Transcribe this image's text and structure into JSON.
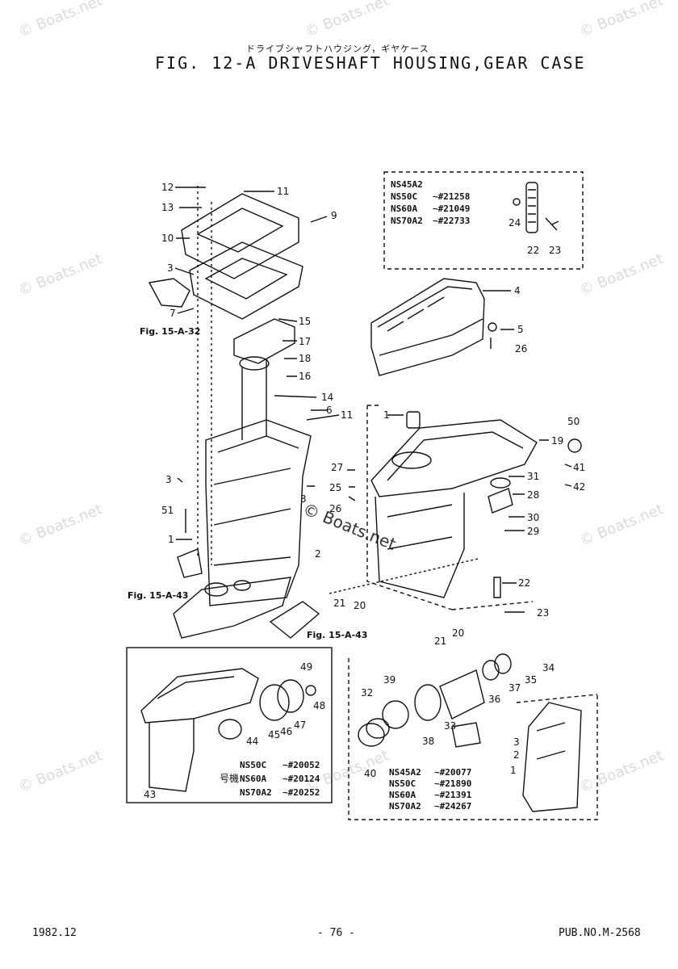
{
  "header": {
    "japanese_title": "ドライブシャフトハウジング，ギヤケース",
    "title": "FIG. 12-A DRIVESHAFT HOUSING,GEAR CASE"
  },
  "watermark": "© Boats.net",
  "footer": {
    "date": "1982.12",
    "page": "- 76 -",
    "pub": "PUB.NO.M-2568"
  },
  "inset_top": {
    "models": [
      {
        "model": "NS45A2",
        "serial": ""
      },
      {
        "model": "NS50C",
        "serial": "~#21258"
      },
      {
        "model": "NS60A",
        "serial": "~#21049"
      },
      {
        "model": "NS70A2",
        "serial": "~#22733"
      }
    ]
  },
  "inset_left": {
    "models": [
      {
        "model": "NS50C",
        "serial": "~#20052"
      },
      {
        "model": "NS60A",
        "serial": "~#20124"
      },
      {
        "model": "NS70A2",
        "serial": "~#20252"
      }
    ],
    "prefix": "号機"
  },
  "inset_right": {
    "models": [
      {
        "model": "NS45A2",
        "serial": "~#20077"
      },
      {
        "model": "NS50C",
        "serial": "~#21890"
      },
      {
        "model": "NS60A",
        "serial": "~#21391"
      },
      {
        "model": "NS70A2",
        "serial": "~#24267"
      }
    ]
  },
  "refs": {
    "fig_15_a_32": "Fig. 15-A-32",
    "fig_15_a_43_left": "Fig. 15-A-43",
    "fig_15_a_43_bottom": "Fig. 15-A-43"
  },
  "part_labels": {
    "p12": "12",
    "p11a": "11",
    "p13": "13",
    "p9": "9",
    "p10": "10",
    "p3a": "3",
    "p7": "7",
    "p15": "15",
    "p17": "17",
    "p18": "18",
    "p16": "16",
    "p14": "14",
    "p6": "6",
    "p11b": "11",
    "p4": "4",
    "p5": "5",
    "p26a": "26",
    "p24": "24",
    "p22a": "22",
    "p23a": "23",
    "p3b": "3",
    "p51": "51",
    "p1a": "1",
    "p3c": "3",
    "p2a": "2",
    "p27": "27",
    "p25": "25",
    "p26b": "26",
    "p1b": "1",
    "p50": "50",
    "p19": "19",
    "p41": "41",
    "p42": "42",
    "p31": "31",
    "p28": "28",
    "p30": "30",
    "p29": "29",
    "p22b": "22",
    "p23b": "23",
    "p21a": "21",
    "p20a": "20",
    "p21b": "21",
    "p20b": "20",
    "p49": "49",
    "p48": "48",
    "p44": "44",
    "p45": "45",
    "p46": "46",
    "p47": "47",
    "p43": "43",
    "p32": "32",
    "p39": "39",
    "p36": "36",
    "p37": "37",
    "p35": "35",
    "p34": "34",
    "p38": "38",
    "p33": "33",
    "p40": "40",
    "p3d": "3",
    "p2b": "2",
    "p1c": "1"
  }
}
